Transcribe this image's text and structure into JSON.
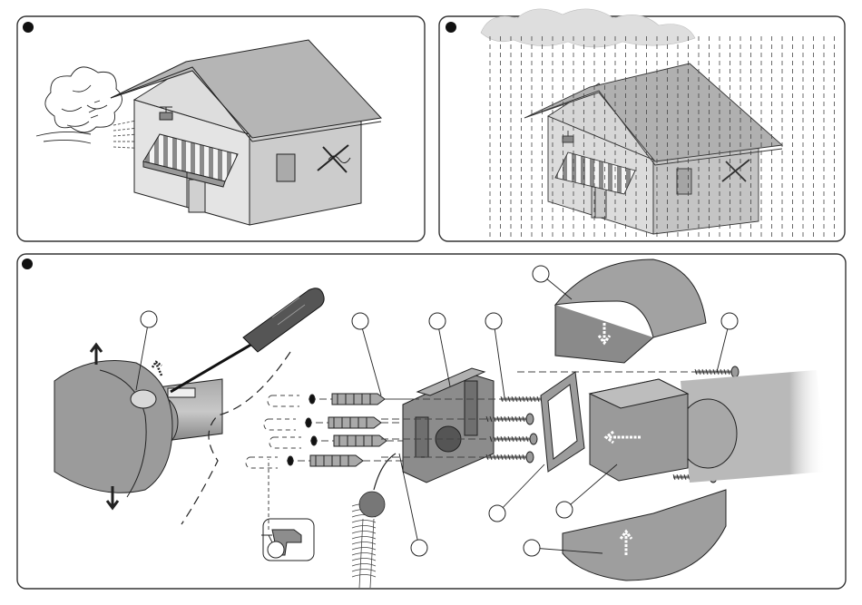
{
  "panels": [
    {
      "id": "panel-wind",
      "label": ""
    },
    {
      "id": "panel-rain",
      "label": ""
    },
    {
      "id": "panel-assembly",
      "label": ""
    }
  ],
  "callouts": [
    "",
    "",
    "",
    "",
    "",
    "",
    "",
    "",
    "",
    "",
    "",
    ""
  ],
  "colors": {
    "stroke": "#111111",
    "panel_border": "#333333",
    "house_wall": "#e2e2e2",
    "house_side": "#c9c9c9",
    "roof": "#b3b3b3",
    "part_light": "#b8b8b8",
    "part_mid": "#8f8f8f",
    "part_dark": "#6d6d6d",
    "sky_cloud": "#dcdcdc"
  },
  "icons": {
    "wind": "wind-cloud-icon",
    "rain": "rain-cloud-icon",
    "no_sensor": "crossed-sensor-icon",
    "drill": "drill-icon",
    "screwdriver": "screwdriver-icon"
  }
}
